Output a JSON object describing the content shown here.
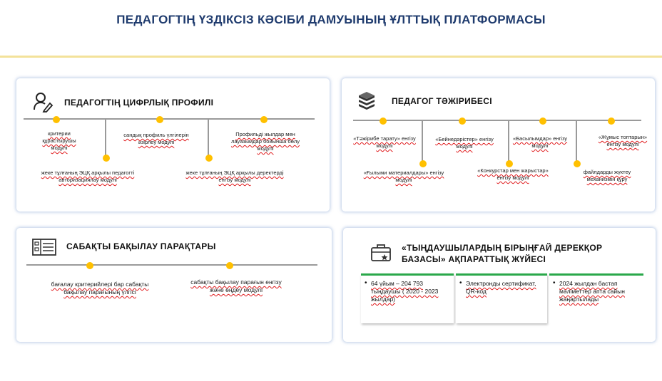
{
  "title": "ПЕДАГОГТІҢ ҮЗДІКСІЗ КӘСІБИ ДАМУЫНЫҢ ҰЛТТЫҚ ПЛАТФОРМАСЫ",
  "accent_color": "#ffc000",
  "cards": {
    "profile": {
      "title": "ПЕДАГОГТІҢ ЦИФРЛЫҚ ПРОФИЛІ",
      "icon": "person-pen-icon",
      "modules": [
        "критерии құрастырушы модулі",
        "жеке тұлғаның ЭЦҚ арқылы педагогті авторизациялау модулі",
        "сандық профиль үлгілерін әзірлеу модулі",
        "жеке тұлғаның ЭЦҚ арқылы деректерді енгізу модулі",
        "Профильді жылдар мен лауазымдар бойынша бөлу модулі"
      ]
    },
    "experience": {
      "title": "ПЕДАГОГ ТӘЖІРИБЕСІ",
      "icon": "stacked-books-icon",
      "modules": [
        "«Тәжірибе тарату» енгізу модулі",
        "«Ғылыми материалдары» енгізу модулі",
        "«Бейнедәрістер» енгізу модулі",
        "«Конкурстар мен жарыстар» енгізу модулі",
        "«Басылымдар» енгізу модулі",
        "файлдарды жүктеу механизмін құру",
        "«Жұмыс топтарын» енгізу модулі"
      ]
    },
    "lesson": {
      "title": "САБАҚТЫ БАҚЫЛАУ ПАРАҚТАРЫ",
      "icon": "checklist-form-icon",
      "modules": [
        "бағалау критерийлері бар сабақты бақылау парағының үлгісі",
        "сабақты бақылау парағын енгізу және өңдеу модулі"
      ]
    },
    "database": {
      "title_line1": "«ТЫҢДАУШЫЛАРДЫҢ БІРЫҢҒАЙ ДЕРЕКҚОР",
      "title_line2": "БАЗАСЫ» АҚПАРАТТЫҚ ЖҮЙЕСІ",
      "icon": "briefcase-star-icon",
      "facts": [
        "64 үйым – 204 793 тыңдаушы ( 2020 - 2023 жылдар)",
        "Электронды сертификат, QR-код",
        "2024 жылдан бастап мәліметтер апта сайын жаңартылады"
      ]
    }
  }
}
